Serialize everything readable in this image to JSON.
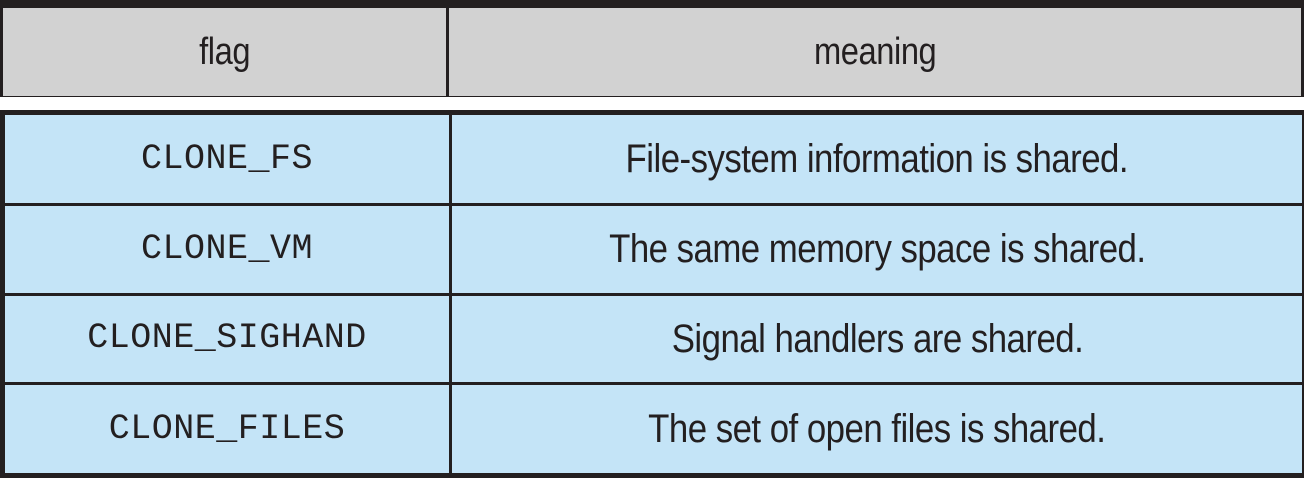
{
  "table": {
    "columns": [
      {
        "key": "flag",
        "label": "flag"
      },
      {
        "key": "meaning",
        "label": "meaning"
      }
    ],
    "rows": [
      {
        "flag": "CLONE_FS",
        "meaning": "File-system information is shared."
      },
      {
        "flag": "CLONE_VM",
        "meaning": "The same memory space is shared."
      },
      {
        "flag": "CLONE_SIGHAND",
        "meaning": "Signal handlers are shared."
      },
      {
        "flag": "CLONE_FILES",
        "meaning": "The set of open files is shared."
      }
    ]
  },
  "colors": {
    "header_background": "#d2d2d2",
    "body_background": "#c4e4f7",
    "border": "#231f20",
    "text": "#231f20",
    "page_background": "#ffffff"
  }
}
